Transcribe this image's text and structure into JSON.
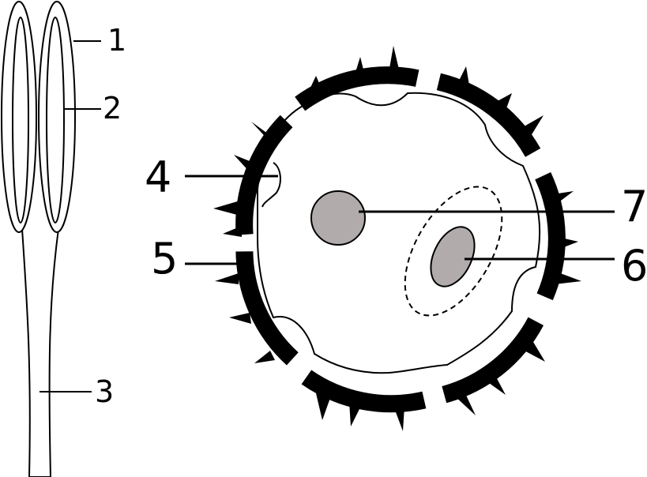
{
  "diagram": {
    "stamen_labels": [
      "1",
      "2",
      "3"
    ],
    "pollen_labels": [
      "4",
      "5",
      "6",
      "7"
    ]
  },
  "colors": {
    "ink": "#000000",
    "fill_gray": "#b1abab",
    "background": "#ffffff"
  }
}
